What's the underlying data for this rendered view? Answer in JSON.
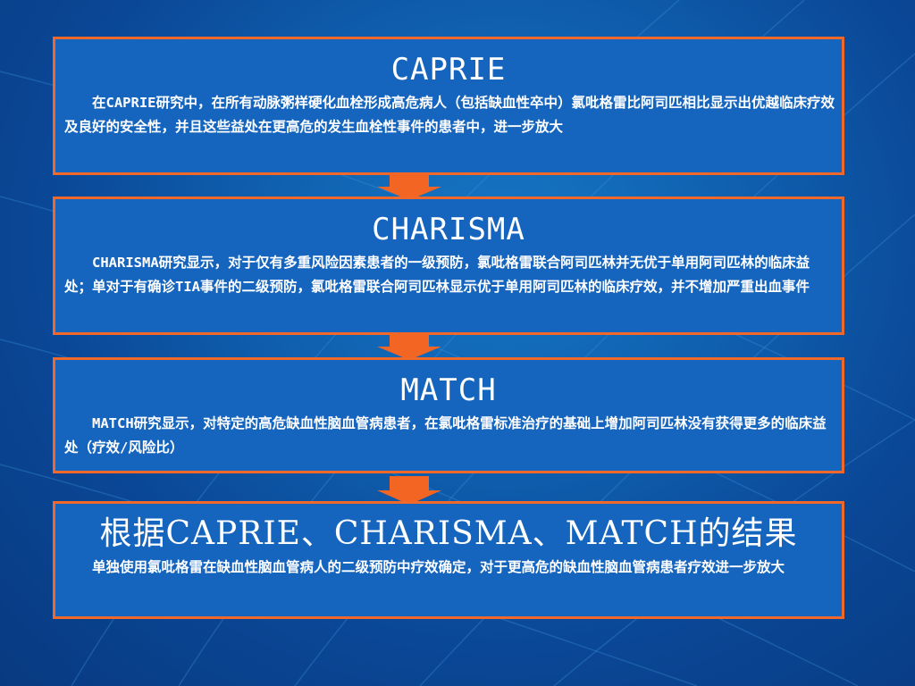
{
  "boxes": {
    "caprie": {
      "title": "CAPRIE",
      "body": "在CAPRIE研究中，在所有动脉粥样硬化血栓形成高危病人（包括缺血性卒中）氯吡格雷比阿司匹相比显示出优越临床疗效及良好的安全性，并且这些益处在更高危的发生血栓性事件的患者中，进一步放大"
    },
    "charisma": {
      "title": "CHARISMA",
      "body": "CHARISMA研究显示，对于仅有多重风险因素患者的一级预防，氯吡格雷联合阿司匹林并无优于单用阿司匹林的临床益处；单对于有确诊TIA事件的二级预防，氯吡格雷联合阿司匹林显示优于单用阿司匹林的临床疗效，并不增加严重出血事件"
    },
    "match": {
      "title": "MATCH",
      "body": "MATCH研究显示，对特定的高危缺血性脑血管病患者，在氯吡格雷标准治疗的基础上增加阿司匹林没有获得更多的临床益处（疗效/风险比）"
    },
    "conclusion": {
      "title": "根据CAPRIE、CHARISMA、MATCH的结果",
      "body": "单独使用氯吡格雷在缺血性脑血管病人的二级预防中疗效确定，对于更高危的缺血性脑血管病患者疗效进一步放大"
    }
  },
  "colors": {
    "border": "#f0682a",
    "box_fill": "#1565bf",
    "arrow": "#f26522",
    "text": "#ffffff"
  }
}
